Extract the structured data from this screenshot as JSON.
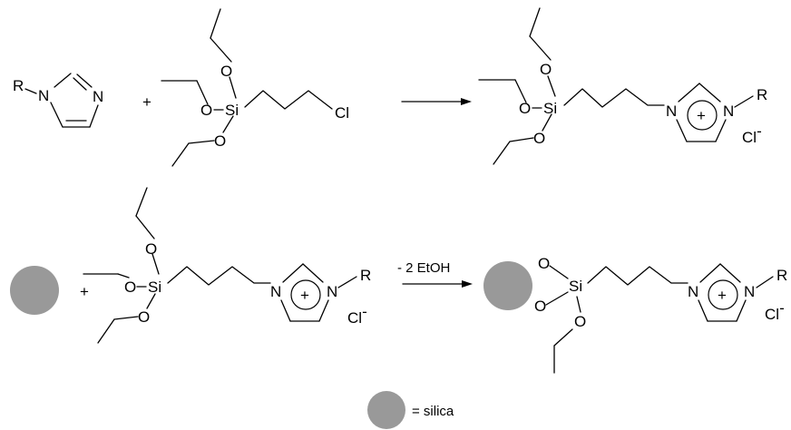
{
  "atoms": {
    "R": "R",
    "N": "N",
    "O": "O",
    "Si": "Si",
    "Cl": "Cl",
    "plus_charge": "+",
    "chloride": "Cl",
    "chloride_charge": "-"
  },
  "operators": {
    "plus": "+"
  },
  "reaction2": {
    "condition": "- 2 EtOH"
  },
  "legend": {
    "label": "= silica",
    "silica_color": "#999999"
  },
  "colors": {
    "bond": "#000000",
    "silica": "#999999"
  }
}
